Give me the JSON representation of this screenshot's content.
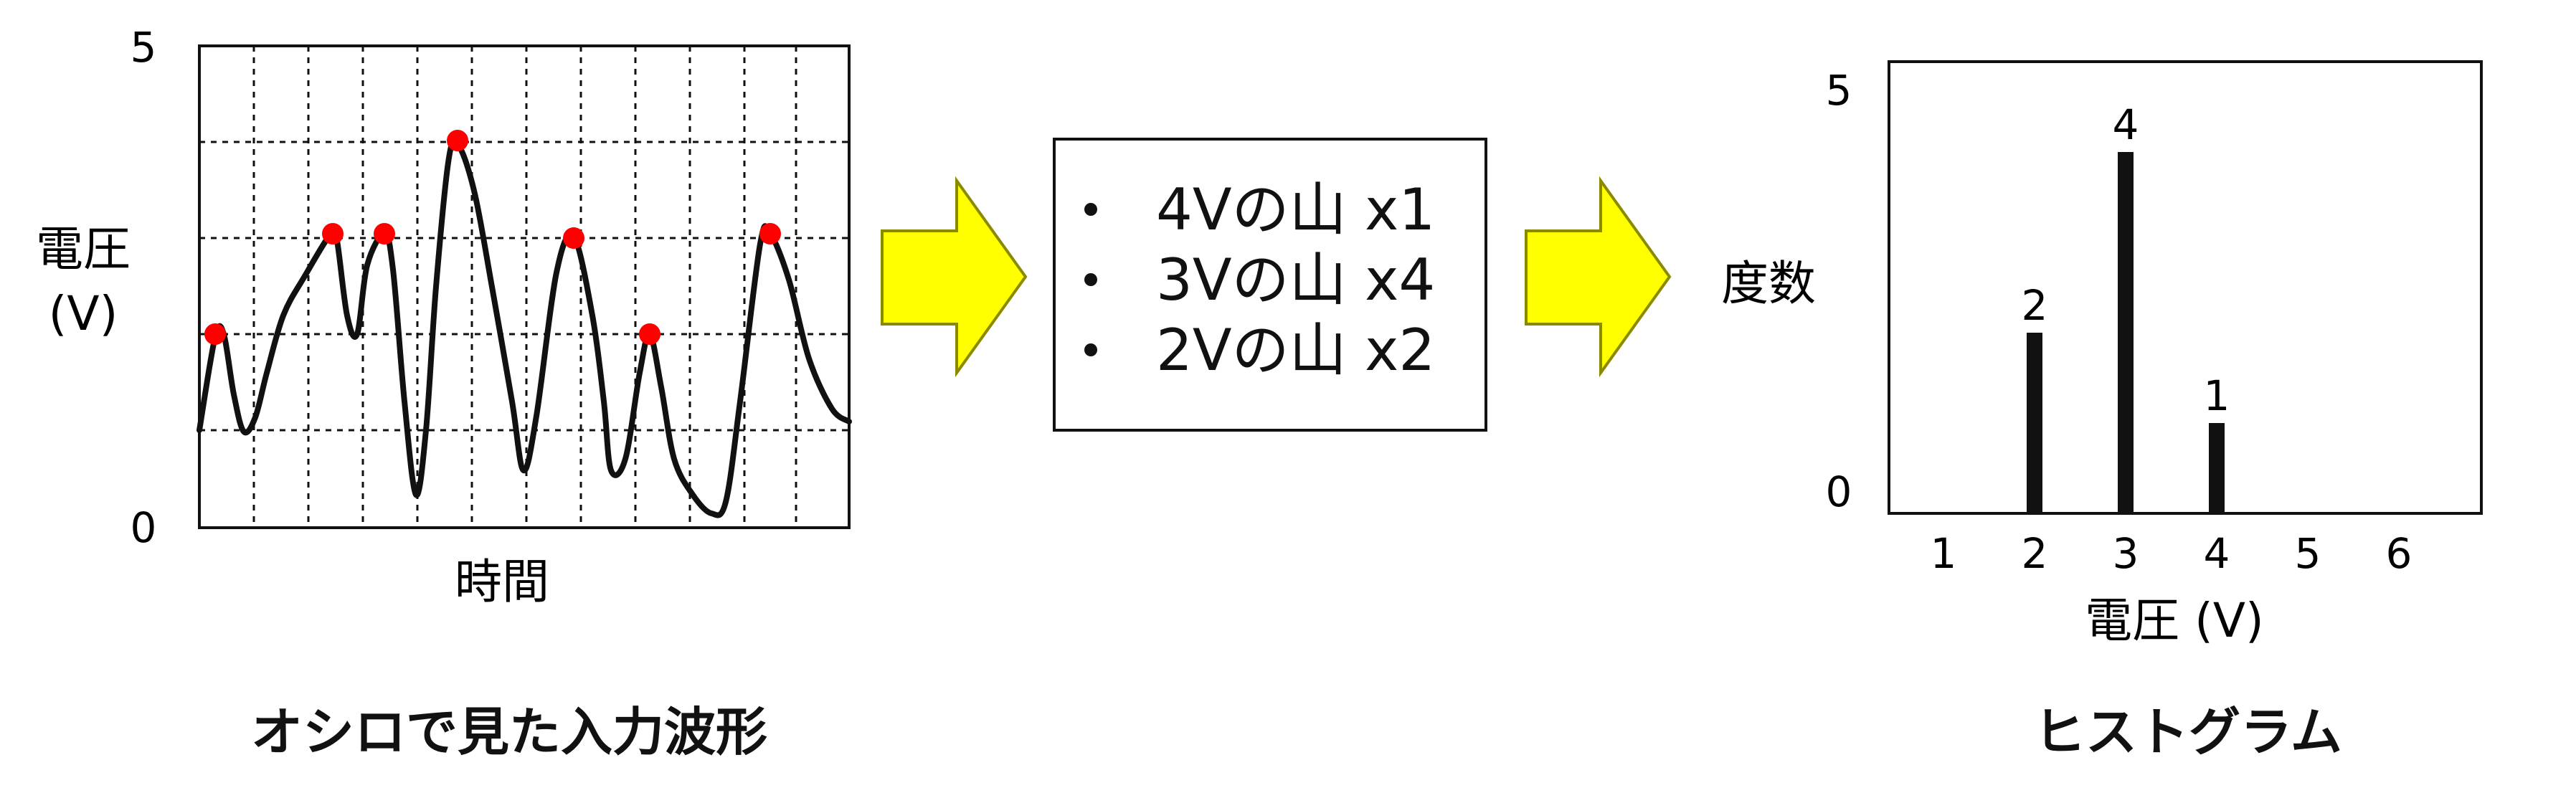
{
  "waveform": {
    "y_max": "5",
    "y_min": "0",
    "ylabel_line1": "電圧",
    "ylabel_line2": "(V)",
    "xlabel": "時間",
    "caption": "オシロで見た入力波形"
  },
  "peaks_list": {
    "items": [
      "4Vの山 x1",
      "3Vの山 x4",
      "2Vの山 x2"
    ]
  },
  "histogram": {
    "caption": "ヒストグラム"
  },
  "colors": {
    "arrow_fill": "#ffff00",
    "arrow_stroke": "#8a8a00",
    "peak_marker": "#ff0000",
    "line": "#111111"
  },
  "chart_data": {
    "type": "bar",
    "x": [
      "1",
      "2",
      "3",
      "4",
      "5",
      "6"
    ],
    "values": [
      0,
      2,
      4,
      1,
      0,
      0
    ],
    "data_labels": [
      "",
      "2",
      "4",
      "1",
      "",
      ""
    ],
    "ylim": [
      0,
      5
    ],
    "y_ticks": [
      "0",
      "5"
    ],
    "xlabel": "電圧 (V)",
    "ylabel": "度数"
  }
}
